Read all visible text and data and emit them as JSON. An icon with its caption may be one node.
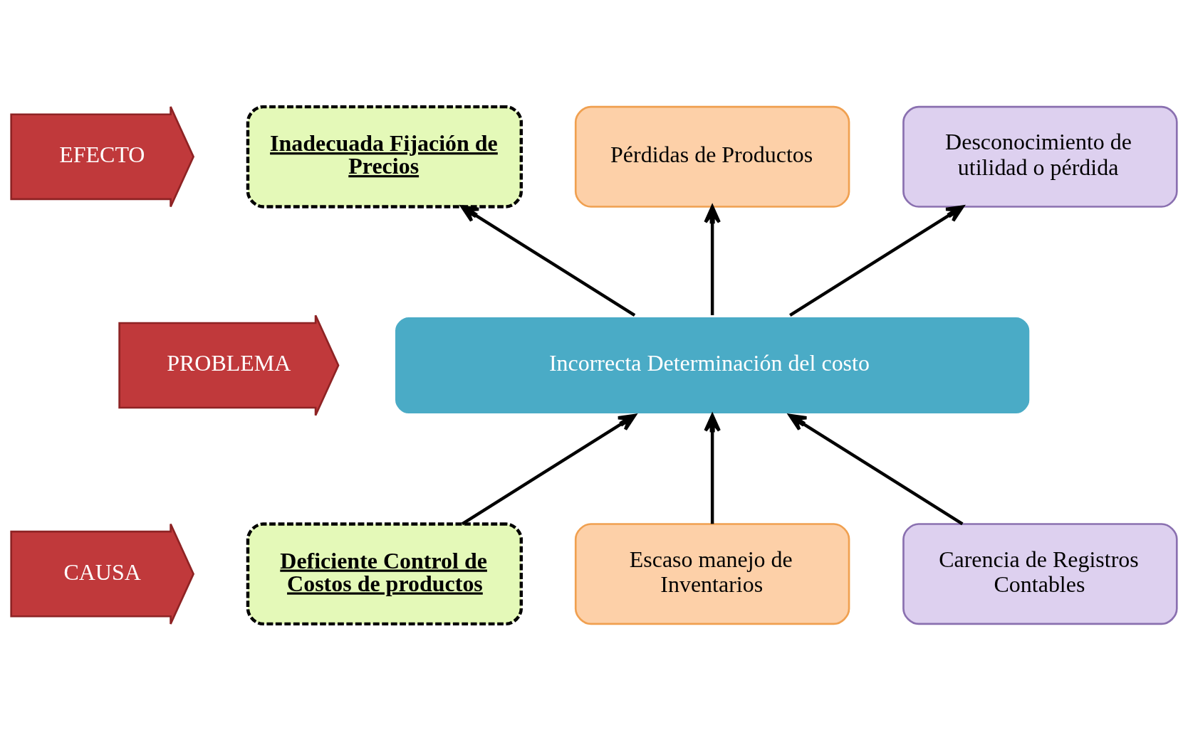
{
  "diagram": {
    "nodes": [
      {
        "text": [
          "EFECTO"
        ]
      },
      {
        "text": [
          "PROBLEMA"
        ]
      },
      {
        "text": [
          "CAUSA"
        ]
      },
      {
        "text": [
          "Inadecuada Fijación de Precios"
        ]
      },
      {
        "text": [
          "Pérdidas de Productos"
        ]
      },
      {
        "text": [
          "Desconocimiento de utilidad o pérdida"
        ]
      },
      {
        "text": [
          "Incorrecta Determinación del costo"
        ]
      },
      {
        "text": [
          "Deficiente Control de Costos de productos"
        ]
      },
      {
        "text": [
          "Escaso manejo de Inventarios"
        ]
      },
      {
        "text": [
          "Carencia de Registros Contables"
        ]
      }
    ],
    "edges": [
      {
        "from": 6,
        "to": 4,
        "arrow": "to"
      },
      {
        "from": 6,
        "to": 3,
        "arrow": "to"
      },
      {
        "from": 6,
        "to": 5,
        "arrow": "to"
      },
      {
        "from": 7,
        "to": 6,
        "arrow": "to"
      },
      {
        "from": 8,
        "to": 6,
        "arrow": "to"
      },
      {
        "from": 9,
        "to": 6,
        "arrow": "to"
      }
    ]
  }
}
